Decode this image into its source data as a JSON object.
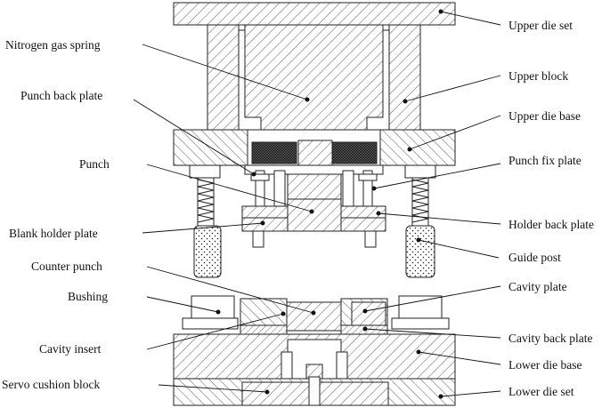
{
  "diagram": {
    "labels_right": {
      "upper_die_set": "Upper die set",
      "upper_block": "Upper block",
      "upper_die_base": "Upper die base",
      "punch_fix_plate": "Punch fix plate",
      "holder_back_plate": "Holder back plate",
      "guide_post": "Guide post",
      "cavity_plate": "Cavity plate",
      "cavity_back_plate": "Cavity back plate",
      "lower_die_base": "Lower die base",
      "lower_die_set": "Lower die set"
    },
    "labels_left": {
      "nitrogen_gas_spring": "Nitrogen gas spring",
      "punch_back_plate": "Punch back plate",
      "punch": "Punch",
      "blank_holder_plate": "Blank holder plate",
      "counter_punch": "Counter punch",
      "bushing": "Bushing",
      "cavity_insert": "Cavity insert",
      "servo_cushion_block": "Servo cushion block"
    },
    "colors": {
      "line": "#222222",
      "background": "#ffffff"
    }
  }
}
